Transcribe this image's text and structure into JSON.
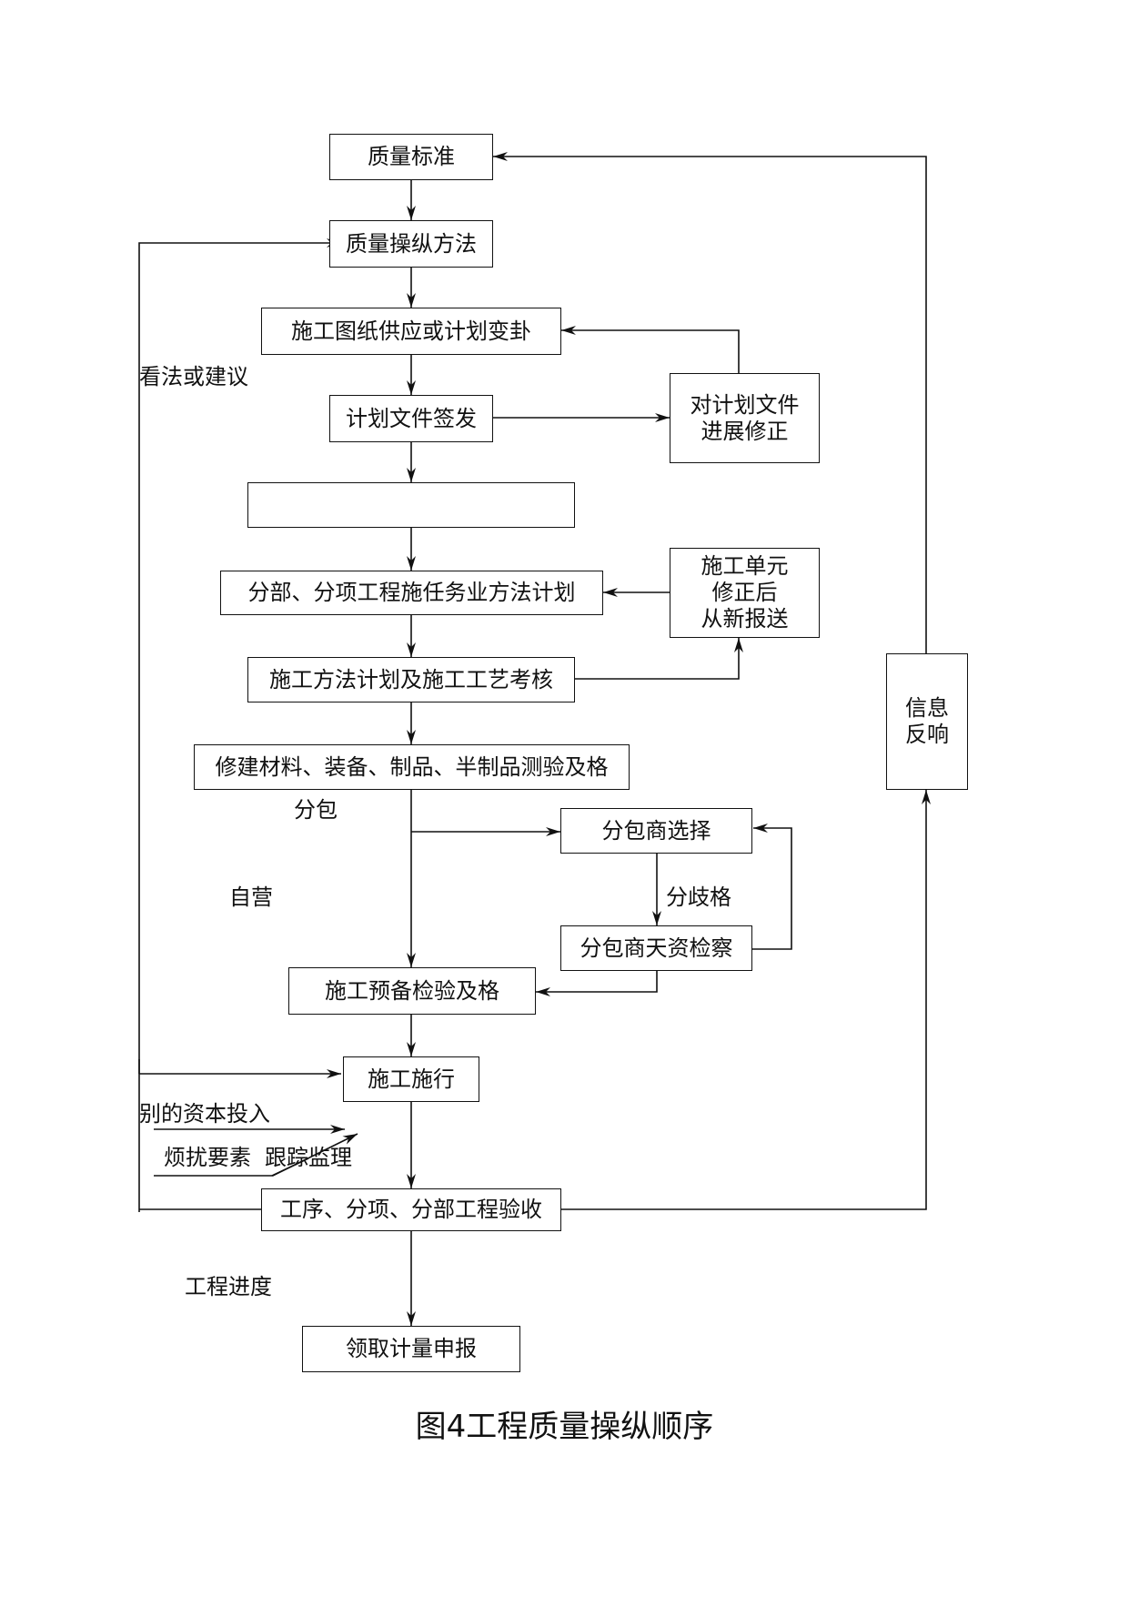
{
  "boxes": {
    "quality_standard": "质量标准",
    "quality_method": "质量操纵方法",
    "drawing_supply": "施工图纸供应或计划变卦",
    "plan_issue": "计划文件签发",
    "plan_revise": [
      "对计划文件",
      "进展修正"
    ],
    "blank_box": "",
    "sub_plan": "分部、分项工程施任务业方法计划",
    "unit_resubmit": [
      "施工单元",
      "修正后",
      "从新报送"
    ],
    "method_review": "施工方法计划及施工工艺考核",
    "materials_test": "修建材料、装备、制品、半制品测验及格",
    "sub_select": "分包商选择",
    "sub_qualify": "分包商天资检察",
    "prep_check": "施工预备检验及格",
    "construction": "施工施行",
    "acceptance": "工序、分项、分部工程验收",
    "payment": "领取计量申报",
    "feedback": [
      "信息",
      "反响"
    ]
  },
  "labels": {
    "opinions": "看法或建议",
    "subcontract": "分包",
    "self_run": "自营",
    "disagree": "分歧格",
    "other_input": "别的资本投入",
    "interference": "烦扰要素",
    "tracking": "跟踪监理",
    "progress": "工程进度"
  },
  "caption": "图4工程质量操纵顺序"
}
